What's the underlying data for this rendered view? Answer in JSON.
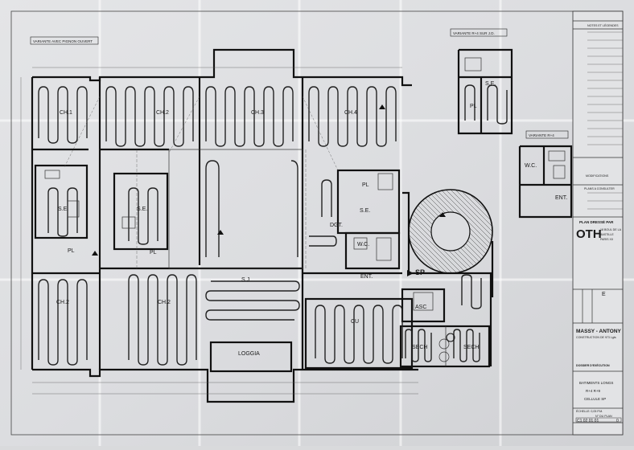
{
  "variants": {
    "gable": "VARIANTE AVEC PIGNON OUVERT",
    "r4_jd": "VARIANTE R+4 SUR J.D.",
    "r4": "VARIANTE R+4"
  },
  "rooms": {
    "ch1": "CH.1",
    "ch2_top": "CH.2",
    "ch3": "CH.3",
    "ch4": "CH.4",
    "ch2_left": "CH.2",
    "ch2_mid": "CH.2",
    "se_left": "S.E.",
    "se_mid": "S.E.",
    "se_jd": "S.E.",
    "se_center": "S.E.",
    "pl_left": "PL",
    "pl_mid": "PL",
    "pl_jd": "PL",
    "pl_center": "PL",
    "sj": "S.J",
    "loggia": "LOGGIA",
    "cu": "CU",
    "asc": "ASC",
    "ent_center": "ENT.",
    "ent_right": "ENT.",
    "dgt": "DGT.",
    "wc_center": "W.C.",
    "wc_right": "W.C.",
    "sech1": "SECH",
    "sech2": "SECH",
    "sp": "SP"
  },
  "title_block": {
    "notes": "NOTES ET LÉGENDES",
    "modifications": "MODIFICATIONS",
    "plans_consult": "PLANS A CONSULTER",
    "plan_dresse": "PLAN DRESSÉ PAR",
    "firm": "OTH",
    "firm_addr_1": "18 BOUL DE LA",
    "firm_addr_2": "BASTILLE",
    "firm_addr_3": "PARIS XII",
    "project": "MASSY - ANTONY",
    "project_sub": "CONSTRUCTION DE 973 Lgts",
    "dossier": "DOSSIER D'EXÉCUTION",
    "subject_1": "BATIMENTS LONGS",
    "subject_2": "R+4   R+9",
    "subject_3": "CELLULE SP",
    "scale": "ÉCHELLE: 0,05 P.M.",
    "plan_no_label": "N° DU PLAN",
    "plan_no": "C1  02  01  01",
    "indice": "0"
  },
  "side_letters": {
    "e": "E"
  }
}
